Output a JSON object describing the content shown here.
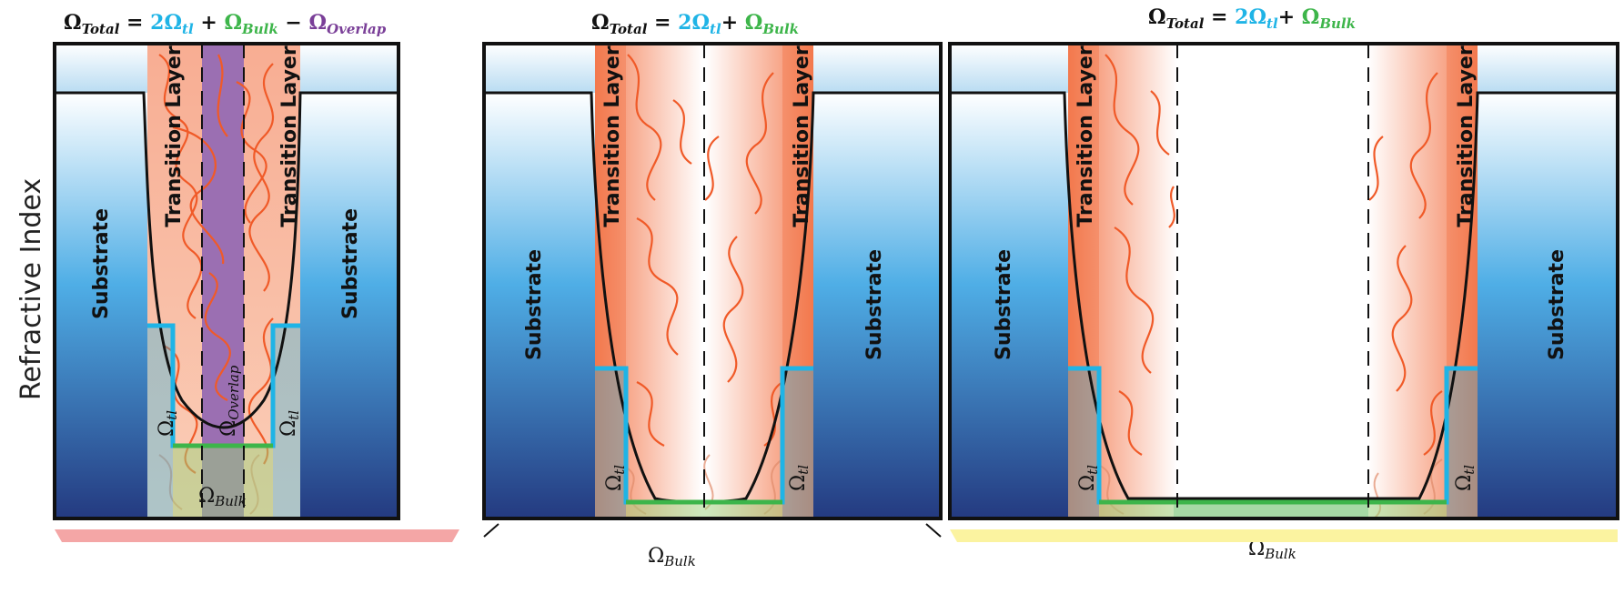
{
  "y_axis_label": "Refractive Index",
  "equations": {
    "panel1": {
      "lhs": "Ω",
      "lhs_sub": "Total",
      "eq": " = ",
      "t1": "2Ω",
      "t1_sub": "tl",
      "op1": " + ",
      "t2": "Ω",
      "t2_sub": "Bulk",
      "op2": " − ",
      "t3": "Ω",
      "t3_sub": "Overlap"
    },
    "panel2": {
      "lhs": "Ω",
      "lhs_sub": "Total",
      "eq": " = ",
      "t1": "2Ω",
      "t1_sub": "tl",
      "op1": "+ ",
      "t2": "Ω",
      "t2_sub": "Bulk"
    },
    "panel3": {
      "lhs": "Ω",
      "lhs_sub": "Total",
      "eq": " = ",
      "t1": "2Ω",
      "t1_sub": "tl",
      "op1": "+ ",
      "t2": "Ω",
      "t2_sub": "Bulk"
    }
  },
  "labels": {
    "substrate": "Substrate",
    "transition_layer": "Transition Layer",
    "omega": "Ω",
    "tl_sub": "tl",
    "bulk_sub": "Bulk",
    "overlap_sub": "Overlap"
  },
  "colors": {
    "tl_cyan": "#1fb4e6",
    "bulk_green": "#3db54a",
    "overlap_purple": "#7a3f98",
    "polymer_orange": "#f05a28",
    "frame_black": "#111111",
    "bottom_bar_panel1": "#f4a6a6",
    "bottom_bar_panel3": "#fbf3a0"
  }
}
